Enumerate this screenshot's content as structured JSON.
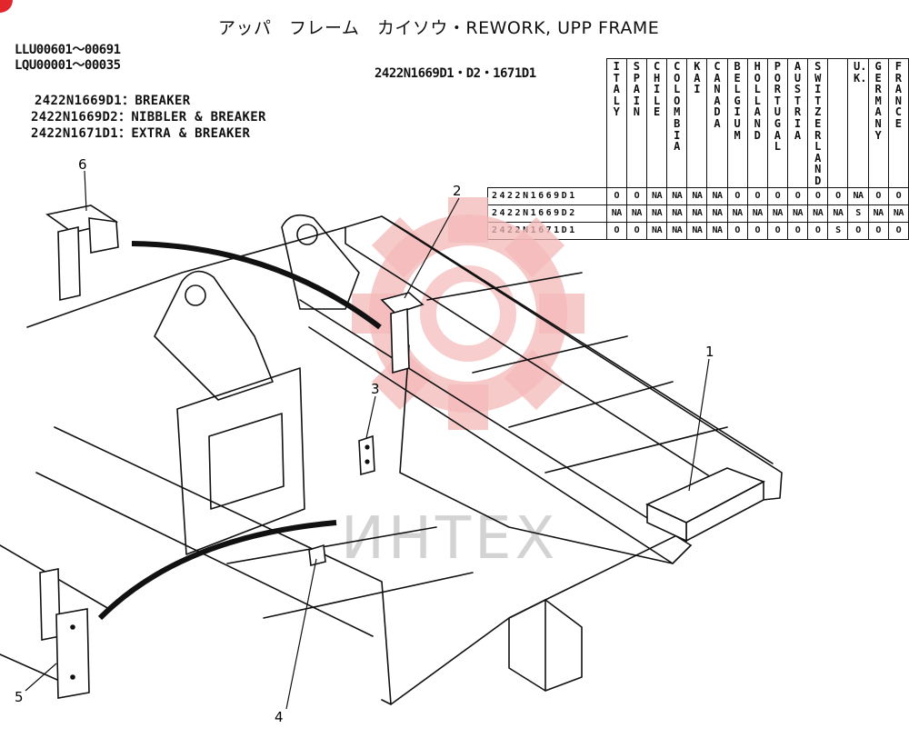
{
  "header": {
    "title": "アッパ　フレーム　カイソウ・REWORK, UPP FRAME",
    "serial_ranges": [
      "LLU00601～00691",
      "LQU00001～00035"
    ],
    "part_numbers": "2422N1669D1・D2・1671D1"
  },
  "variants": [
    "2422N1669D1：BREAKER",
    "2422N1669D2：NIBBLER & BREAKER",
    "2422N1671D1：EXTRA & BREAKER"
  ],
  "table": {
    "countries": [
      "ITALY",
      "SPAIN",
      "CHILE",
      "COLOMBIA",
      "KAI",
      "CANADA",
      "BELGIUM",
      "HOLLAND",
      "PORTUGAL",
      "AUSTRIA",
      "SWITZERLAND",
      "U.K.",
      "GERMANY",
      "FRANCE"
    ],
    "rows": [
      {
        "label": "2422N1669D1",
        "cells": [
          "O",
          "O",
          "NA",
          "NA",
          "NA",
          "NA",
          "O",
          "O",
          "O",
          "O",
          "O",
          "O",
          "NA",
          "O",
          "O"
        ]
      },
      {
        "label": "2422N1669D2",
        "cells": [
          "NA",
          "NA",
          "NA",
          "NA",
          "NA",
          "NA",
          "NA",
          "NA",
          "NA",
          "NA",
          "NA",
          "NA",
          "S",
          "NA",
          "NA"
        ]
      },
      {
        "label": "2422N1671D1",
        "cells": [
          "O",
          "O",
          "NA",
          "NA",
          "NA",
          "NA",
          "O",
          "O",
          "O",
          "O",
          "O",
          "S",
          "O",
          "O",
          "O"
        ]
      }
    ]
  },
  "callouts": [
    "1",
    "2",
    "3",
    "4",
    "5",
    "6"
  ],
  "watermark": "ИНТЕХ",
  "colors": {
    "watermark_logo": "#f4b8b8",
    "corner_mark": "#e3262b",
    "line": "#111111"
  }
}
